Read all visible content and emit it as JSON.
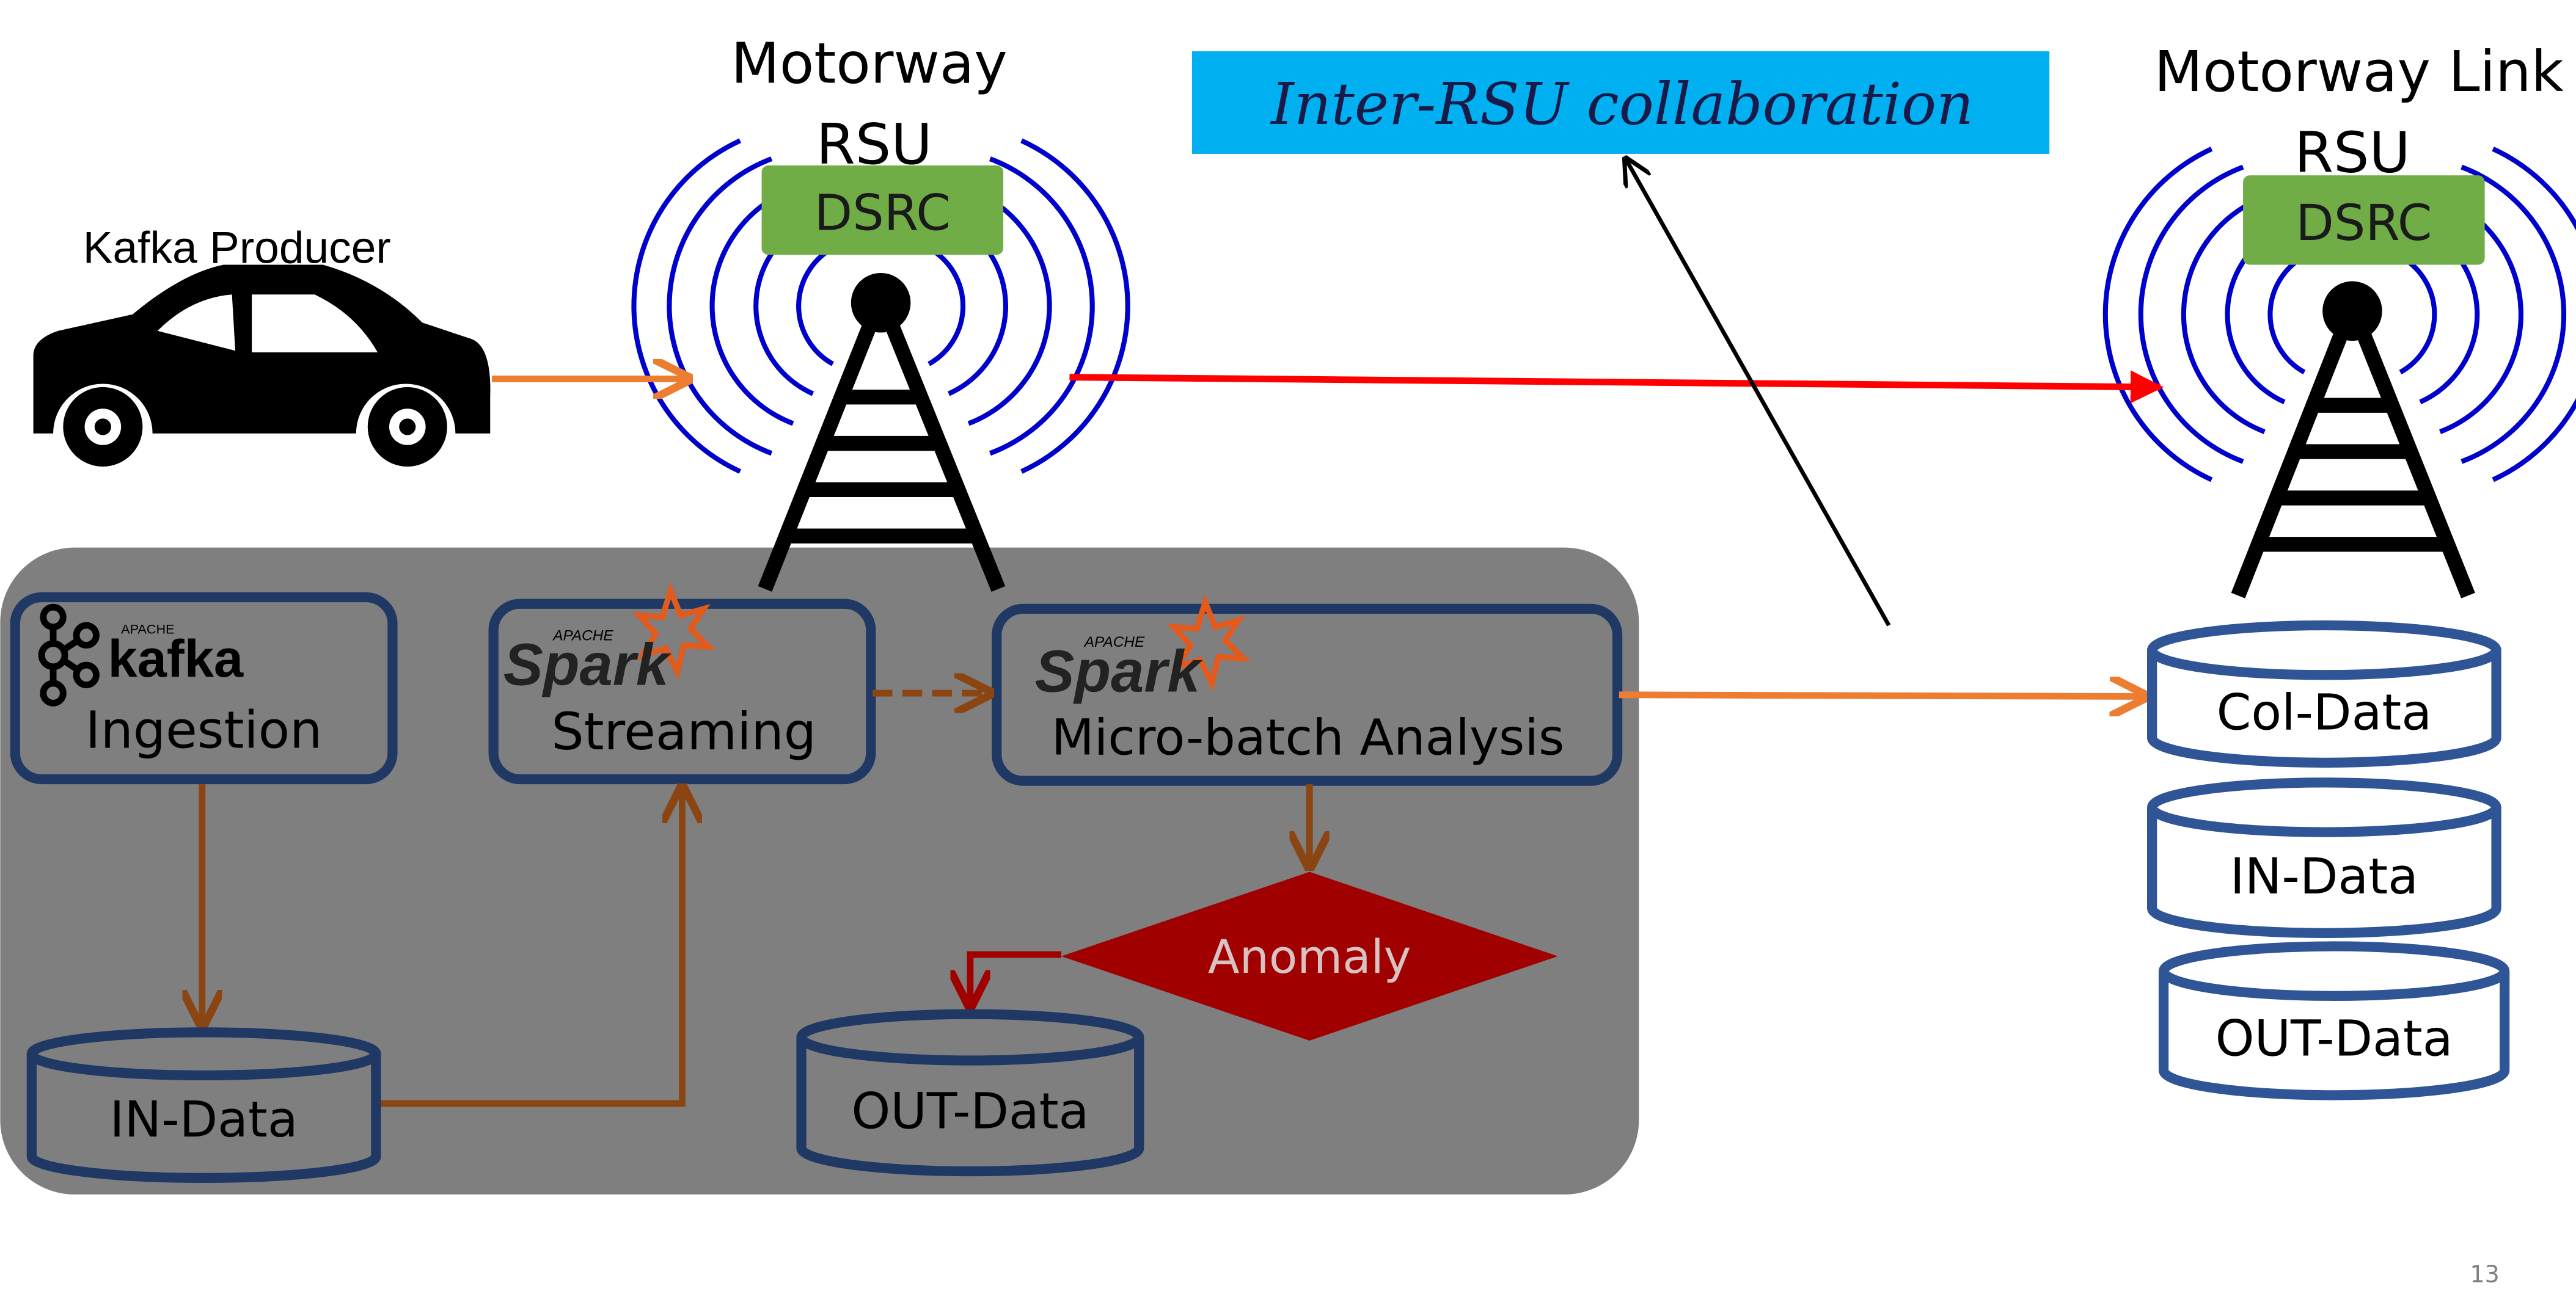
{
  "producer": {
    "label": "Kafka Producer"
  },
  "rsu_left": {
    "title_line1": "Motorway",
    "title_line2": "RSU",
    "badge": "DSRC"
  },
  "rsu_right": {
    "title_line1": "Motorway Link",
    "title_line2": "RSU",
    "badge": "DSRC"
  },
  "collab": {
    "label": "Inter-RSU collaboration"
  },
  "pipeline": {
    "ingestion": {
      "logo_small": "APACHE",
      "logo": "kafka",
      "label": "Ingestion"
    },
    "streaming": {
      "logo_small": "APACHE",
      "logo": "Spark",
      "label": "Streaming"
    },
    "analysis": {
      "logo_small": "APACHE",
      "logo": "Spark",
      "label": "Micro-batch Analysis"
    },
    "anomaly": {
      "label": "Anomaly"
    },
    "in_data": {
      "label": "IN-Data"
    },
    "out_data": {
      "label": "OUT-Data"
    }
  },
  "stores": {
    "col_data": "Col-Data",
    "in_data": "IN-Data",
    "out_data": "OUT-Data"
  },
  "page_number": "13",
  "colors": {
    "panel": "#7f7f7f",
    "box_border": "#1f3864",
    "dsrc_green": "#70ad47",
    "wave_blue": "#0000cc",
    "collab_bg": "#00b0f0",
    "orange_arrow": "#ed7d31",
    "red_arrow": "#ff0000",
    "brown_arrow": "#8b4513",
    "anomaly_fill": "#a00000",
    "store_border": "#2f5597",
    "spark_star": "#e25a1c"
  }
}
